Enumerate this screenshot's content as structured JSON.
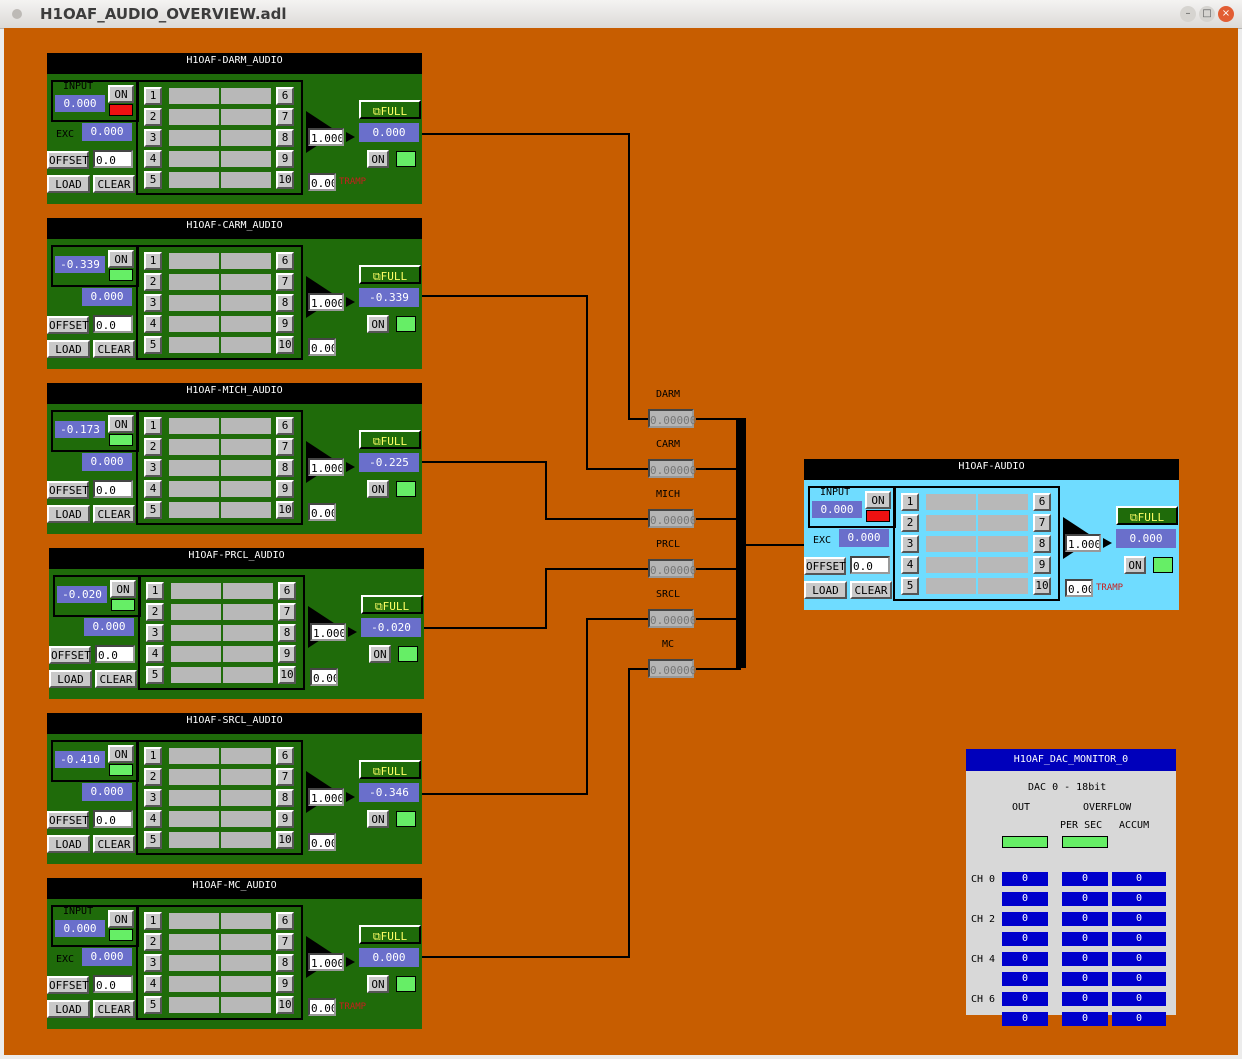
{
  "window": {
    "title": "H1OAF_AUDIO_OVERVIEW.adl"
  },
  "panels": [
    {
      "title": "H1OAF-DARM_AUDIO",
      "input_label": "INPUT",
      "input": "0.000",
      "on": "ON",
      "exc_label": "EXC",
      "exc": "0.000",
      "offset_label": "OFFSET",
      "offset": "0.0",
      "load": "LOAD",
      "clear": "CLEAR",
      "gain": "1.000",
      "full": "FULL",
      "output": "0.000",
      "out_on": "ON",
      "tramp": "0.000",
      "tramp_label": "TRAMP"
    },
    {
      "title": "H1OAF-CARM_AUDIO",
      "input": "-0.339",
      "on": "ON",
      "exc": "0.000",
      "offset_label": "OFFSET",
      "offset": "0.0",
      "load": "LOAD",
      "clear": "CLEAR",
      "gain": "1.000",
      "full": "FULL",
      "output": "-0.339",
      "out_on": "ON",
      "tramp": "0.000"
    },
    {
      "title": "H1OAF-MICH_AUDIO",
      "input": "-0.173",
      "on": "ON",
      "exc": "0.000",
      "offset_label": "OFFSET",
      "offset": "0.0",
      "load": "LOAD",
      "clear": "CLEAR",
      "gain": "1.000",
      "full": "FULL",
      "output": "-0.225",
      "out_on": "ON",
      "tramp": "0.000"
    },
    {
      "title": "H1OAF-PRCL_AUDIO",
      "input": "-0.020",
      "on": "ON",
      "exc": "0.000",
      "offset_label": "OFFSET",
      "offset": "0.0",
      "load": "LOAD",
      "clear": "CLEAR",
      "gain": "1.000",
      "full": "FULL",
      "output": "-0.020",
      "out_on": "ON",
      "tramp": "0.000"
    },
    {
      "title": "H1OAF-SRCL_AUDIO",
      "input": "-0.410",
      "on": "ON",
      "exc": "0.000",
      "offset_label": "OFFSET",
      "offset": "0.0",
      "load": "LOAD",
      "clear": "CLEAR",
      "gain": "1.000",
      "full": "FULL",
      "output": "-0.346",
      "out_on": "ON",
      "tramp": "0.000"
    },
    {
      "title": "H1OAF-MC_AUDIO",
      "input_label": "INPUT",
      "input": "0.000",
      "on": "ON",
      "exc_label": "EXC",
      "exc": "0.000",
      "offset_label": "OFFSET",
      "offset": "0.0",
      "load": "LOAD",
      "clear": "CLEAR",
      "gain": "1.000",
      "full": "FULL",
      "output": "0.000",
      "out_on": "ON",
      "tramp": "0.000",
      "tramp_label": "TRAMP"
    }
  ],
  "filter_numbers": [
    "1",
    "2",
    "3",
    "4",
    "5",
    "6",
    "7",
    "8",
    "9",
    "10"
  ],
  "mux": [
    {
      "label": "DARM",
      "value": "0.00000"
    },
    {
      "label": "CARM",
      "value": "0.00000"
    },
    {
      "label": "MICH",
      "value": "0.00000"
    },
    {
      "label": "PRCL",
      "value": "0.00000"
    },
    {
      "label": "SRCL",
      "value": "0.00000"
    },
    {
      "label": "MC",
      "value": "0.00000"
    }
  ],
  "audio": {
    "title": "H1OAF-AUDIO",
    "input_label": "INPUT",
    "input": "0.000",
    "on": "ON",
    "exc_label": "EXC",
    "exc": "0.000",
    "offset_label": "OFFSET",
    "offset": "0.0",
    "load": "LOAD",
    "clear": "CLEAR",
    "gain": "1.000",
    "full": "FULL",
    "output": "0.000",
    "out_on": "ON",
    "tramp": "0.000",
    "tramp_label": "TRAMP"
  },
  "dac": {
    "title": "H1OAF_DAC_MONITOR_0",
    "subtitle": "DAC 0 - 18bit",
    "out": "OUT",
    "overflow": "OVERFLOW",
    "per_sec": "PER SEC",
    "accum": "ACCUM",
    "channels": [
      "CH 0",
      "CH 2",
      "CH 4",
      "CH 6"
    ],
    "rows": [
      [
        "0",
        "0",
        "0"
      ],
      [
        "0",
        "0",
        "0"
      ],
      [
        "0",
        "0",
        "0"
      ],
      [
        "0",
        "0",
        "0"
      ],
      [
        "0",
        "0",
        "0"
      ],
      [
        "0",
        "0",
        "0"
      ],
      [
        "0",
        "0",
        "0"
      ],
      [
        "0",
        "0",
        "0"
      ]
    ]
  },
  "colors": {
    "background": "#c75d00",
    "panel": "#1f6b0a",
    "audio_panel": "#6fdcff",
    "field": "#6a6fcb",
    "dac_cell": "#0000cc"
  }
}
